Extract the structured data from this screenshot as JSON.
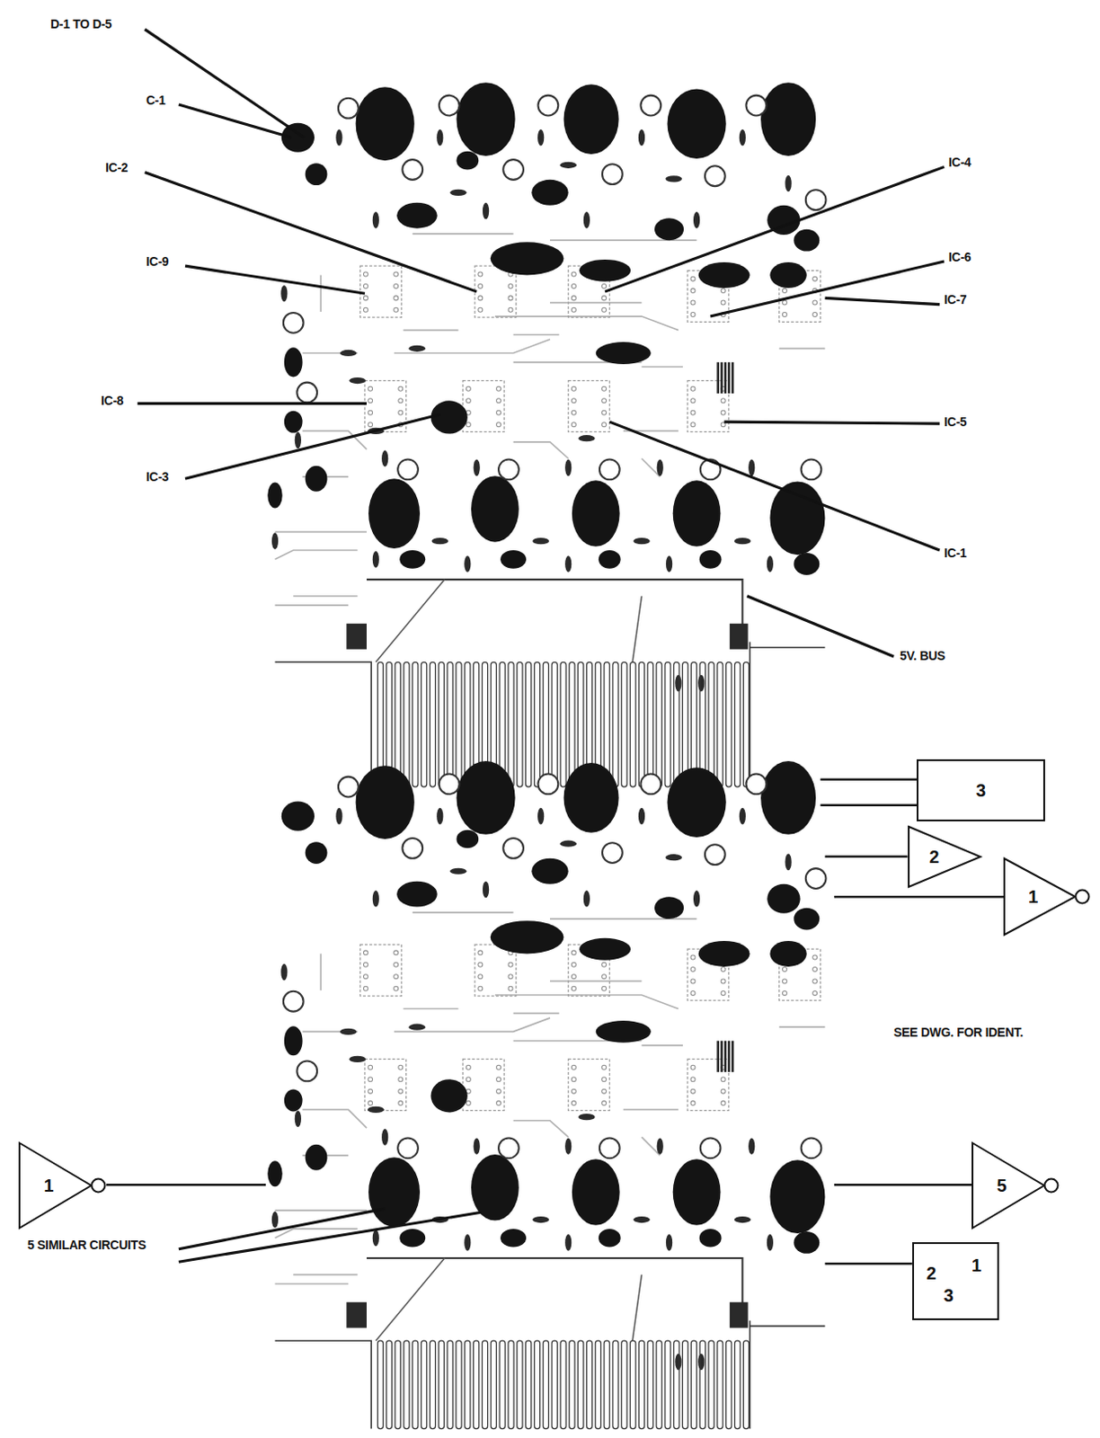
{
  "diagram": {
    "nodes": [
      {
        "text": [
          "3"
        ]
      },
      {
        "text": [
          "2"
        ]
      },
      {
        "text": [
          "1"
        ]
      },
      {
        "text": [
          "1"
        ]
      },
      {
        "text": [
          "5"
        ]
      },
      {
        "text": [
          "2",
          "1",
          "3"
        ]
      }
    ],
    "labels": [
      "D-1 TO D-5",
      "C-1",
      "IC-2",
      "IC-9",
      "IC-8",
      "IC-3",
      "IC-4",
      "IC-6",
      "IC-7",
      "IC-5",
      "IC-1",
      "5V. BUS",
      "SEE DWG. FOR IDENT.",
      "5 SIMILAR CIRCUITS"
    ]
  }
}
